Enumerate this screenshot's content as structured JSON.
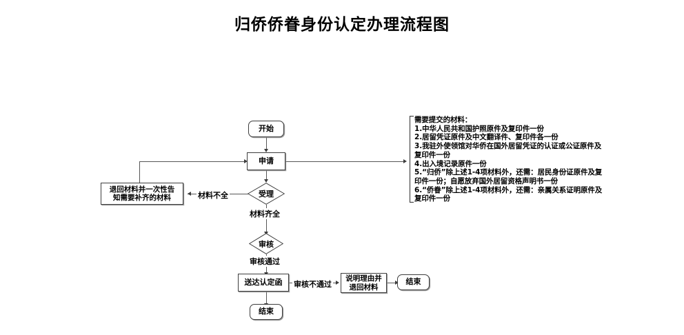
{
  "page": {
    "title": "归侨侨眷身份认定办理流程图",
    "background_color": "#ffffff",
    "line_color": "#555555",
    "border_color": "#3c3c3c",
    "text_color": "#000000"
  },
  "flowchart": {
    "type": "process-flow",
    "orientation": "top-to-bottom",
    "nodes": [
      {
        "id": "start",
        "label": "开始",
        "shape": "terminator"
      },
      {
        "id": "apply",
        "label": "申请",
        "shape": "process"
      },
      {
        "id": "accept",
        "label": "受理",
        "shape": "decision"
      },
      {
        "id": "return-docs",
        "label": "退回材料并一次性告\n知需要补齐的材料",
        "shape": "process"
      },
      {
        "id": "review",
        "label": "审核",
        "shape": "decision"
      },
      {
        "id": "deliver",
        "label": "送达认定函",
        "shape": "process"
      },
      {
        "id": "explain",
        "label": "说明理由并\n退回材料",
        "shape": "process"
      },
      {
        "id": "end-right",
        "label": "结束",
        "shape": "terminator"
      },
      {
        "id": "end-bottom",
        "label": "结束",
        "shape": "terminator"
      }
    ],
    "edge_labels": [
      {
        "id": "docs-incomplete",
        "label": "材料不全",
        "from": "accept",
        "to": "return-docs"
      },
      {
        "id": "docs-complete",
        "label": "材料齐全",
        "from": "accept",
        "to": "review"
      },
      {
        "id": "review-pass",
        "label": "审核通过",
        "from": "review",
        "to": "deliver"
      },
      {
        "id": "review-fail",
        "label": "审核不通过",
        "from": "deliver",
        "to": "explain"
      }
    ]
  },
  "notes": {
    "heading": "需要提交的材料：",
    "items": [
      "1.中华人民共和国护照原件及复印件一份",
      "2.居留凭证原件及中文翻译件、复印件各一份",
      "3.我驻外使领馆对华侨在国外居留凭证的认证或公证原件及复印件一份",
      "4.出入境记录原件一份",
      "5.“归侨”除上述1-4项材料外，还需：居民身份证原件及复印件一份；自愿放弃国外居留资格声明书一份",
      "6.“侨眷”除上述1-4项材料外，还需：亲属关系证明原件及复印件一份"
    ],
    "full_text": "需要提交的材料：\n1.中华人民共和国护照原件及复印件一份\n2.居留凭证原件及中文翻译件、复印件各一份\n3.我驻外使领馆对华侨在国外居留凭证的认证或公证原件及复印件一份\n4.出入境记录原件一份\n5.“归侨”除上述1-4项材料外，还需：居民身份证原件及复印件一份；自愿放弃国外居留资格声明书一份\n6.“侨眷”除上述1-4项材料外，还需：亲属关系证明原件及复印件一份"
  }
}
